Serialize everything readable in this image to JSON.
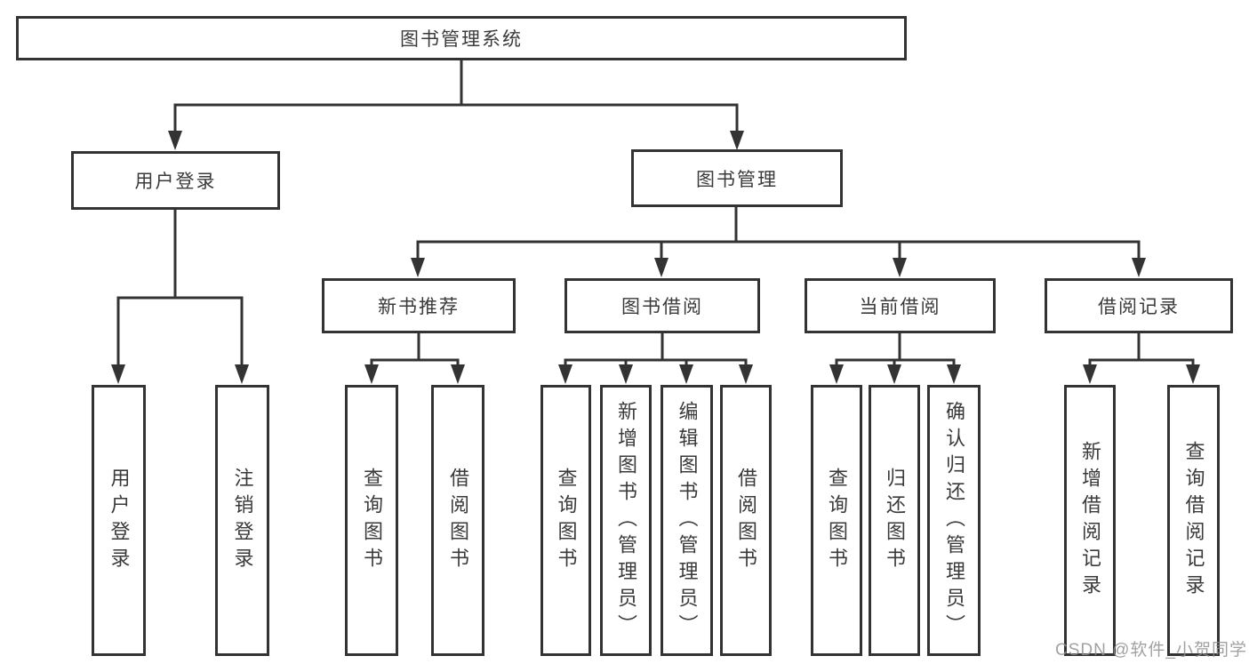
{
  "tree": {
    "root": {
      "label": "图书管理系统"
    },
    "branches": [
      {
        "label": "用户登录",
        "children": [
          {
            "label": "用户登录"
          },
          {
            "label": "注销登录"
          }
        ]
      },
      {
        "label": "图书管理",
        "groups": [
          {
            "label": "新书推荐",
            "children": [
              {
                "label": "查询图书"
              },
              {
                "label": "借阅图书"
              }
            ]
          },
          {
            "label": "图书借阅",
            "children": [
              {
                "label": "查询图书"
              },
              {
                "label": "新增图书（管理员）"
              },
              {
                "label": "编辑图书（管理员）"
              },
              {
                "label": "借阅图书"
              }
            ]
          },
          {
            "label": "当前借阅",
            "children": [
              {
                "label": "查询图书"
              },
              {
                "label": "归还图书"
              },
              {
                "label": "确认归还（管理员）"
              }
            ]
          },
          {
            "label": "借阅记录",
            "children": [
              {
                "label": "新增借阅记录"
              },
              {
                "label": "查询借阅记录"
              }
            ]
          }
        ]
      }
    ]
  },
  "watermark": {
    "text": "CSDN @软件_小贺同学"
  },
  "colors": {
    "line": "#333333",
    "text": "#3a3a3a",
    "watermark": "#919191",
    "background": "#ffffff"
  }
}
